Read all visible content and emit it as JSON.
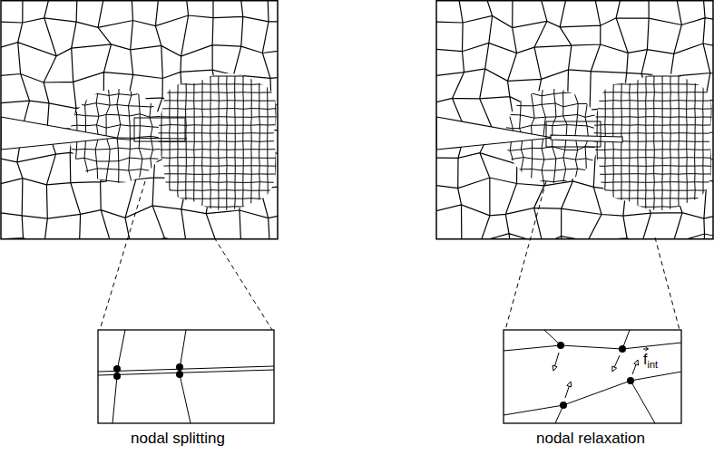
{
  "diagram": {
    "labels": [
      "nodal splitting",
      "nodal relaxation",
      "f",
      "int"
    ]
  }
}
